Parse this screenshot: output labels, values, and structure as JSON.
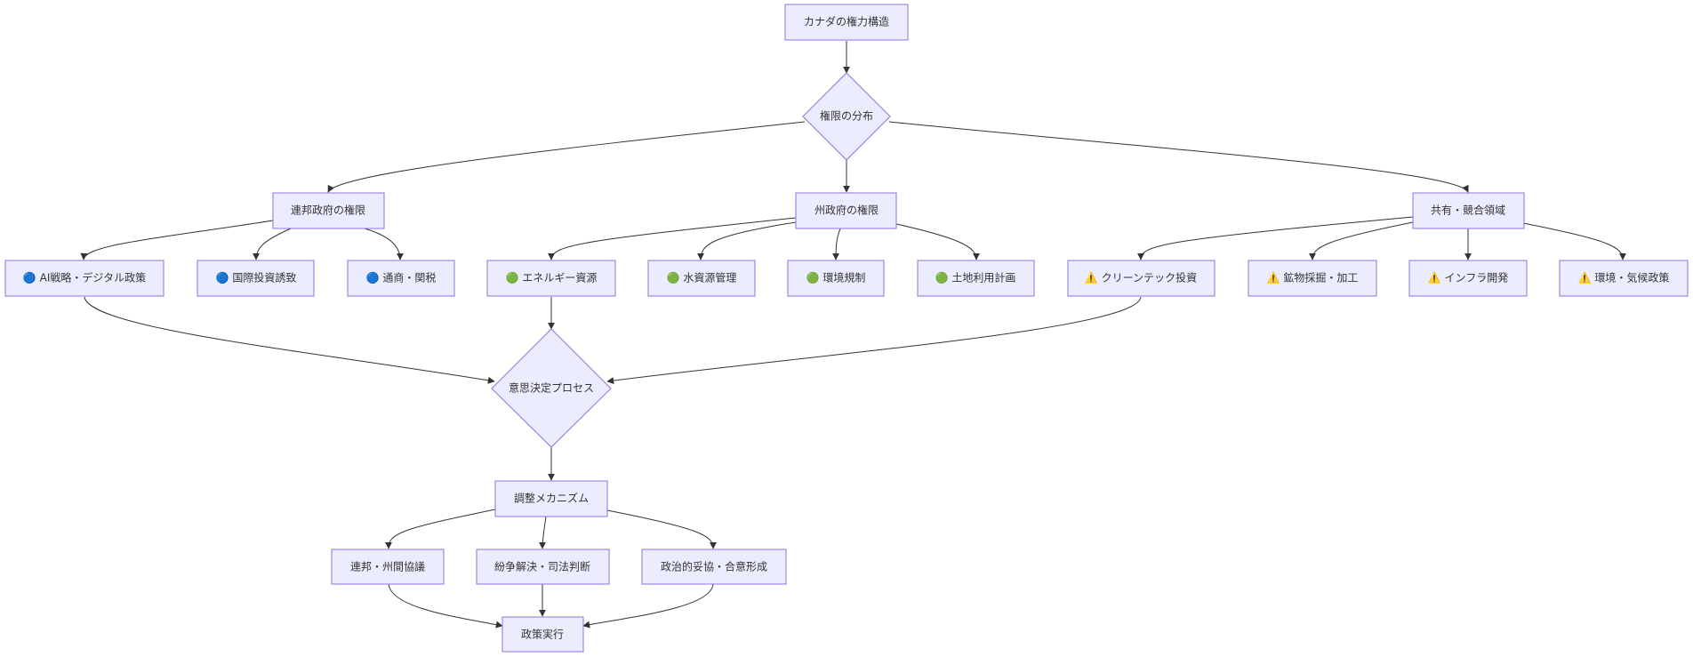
{
  "diagram": {
    "type": "flowchart",
    "colors": {
      "node_fill": "#ececff",
      "node_stroke": "#9370db",
      "text": "#333333",
      "edge": "#333333"
    },
    "nodes": {
      "root": "カナダの権力構造",
      "distribution": "権限の分布",
      "federal": "連邦政府の権限",
      "provincial": "州政府の権限",
      "shared": "共有・競合領域",
      "fed_ai": "🔵 AI戦略・デジタル政策",
      "fed_invest": "🔵 国際投資誘致",
      "fed_trade": "🔵 通商・関税",
      "prov_energy": "🟢 エネルギー資源",
      "prov_water": "🟢 水資源管理",
      "prov_env": "🟢 環境規制",
      "prov_land": "🟢 土地利用計画",
      "sh_cleantech": "⚠️ クリーンテック投資",
      "sh_mining": "⚠️ 鉱物採掘・加工",
      "sh_infra": "⚠️ インフラ開発",
      "sh_climate": "⚠️ 環境・気候政策",
      "decision": "意思決定プロセス",
      "coordination": "調整メカニズム",
      "coord_fp": "連邦・州間協議",
      "coord_dispute": "紛争解決・司法判断",
      "coord_political": "政治的妥協・合意形成",
      "execution": "政策実行"
    },
    "edges": [
      [
        "root",
        "distribution"
      ],
      [
        "distribution",
        "federal"
      ],
      [
        "distribution",
        "provincial"
      ],
      [
        "distribution",
        "shared"
      ],
      [
        "federal",
        "fed_ai"
      ],
      [
        "federal",
        "fed_invest"
      ],
      [
        "federal",
        "fed_trade"
      ],
      [
        "provincial",
        "prov_energy"
      ],
      [
        "provincial",
        "prov_water"
      ],
      [
        "provincial",
        "prov_env"
      ],
      [
        "provincial",
        "prov_land"
      ],
      [
        "shared",
        "sh_cleantech"
      ],
      [
        "shared",
        "sh_mining"
      ],
      [
        "shared",
        "sh_infra"
      ],
      [
        "shared",
        "sh_climate"
      ],
      [
        "fed_ai",
        "decision"
      ],
      [
        "prov_energy",
        "decision"
      ],
      [
        "sh_cleantech",
        "decision"
      ],
      [
        "decision",
        "coordination"
      ],
      [
        "coordination",
        "coord_fp"
      ],
      [
        "coordination",
        "coord_dispute"
      ],
      [
        "coordination",
        "coord_political"
      ],
      [
        "coord_fp",
        "execution"
      ],
      [
        "coord_dispute",
        "execution"
      ],
      [
        "coord_political",
        "execution"
      ]
    ]
  }
}
